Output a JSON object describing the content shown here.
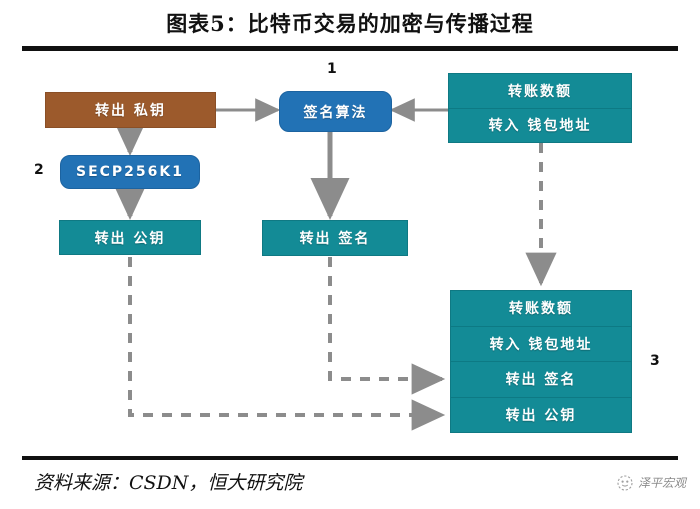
{
  "figure": {
    "title": "图表5：比特币交易的加密与传播过程",
    "source": "资料来源：CSDN，恒大研究院",
    "watermark": "泽平宏观"
  },
  "colors": {
    "brown": "#9C5A2C",
    "blue": "#2272B5",
    "teal": "#138B96",
    "connector": "#8c8c8c",
    "rule": "#111111"
  },
  "steps": [
    {
      "id": "step-1",
      "label": "1"
    },
    {
      "id": "step-2",
      "label": "2"
    },
    {
      "id": "step-3",
      "label": "3"
    }
  ],
  "nodes": {
    "private_key": "转出 私钥",
    "secp256k1": "SECP256K1",
    "public_key": "转出 公钥",
    "signature_algorithm": "签名算法",
    "signature": "转出 签名"
  },
  "tx_input": {
    "rows": [
      "转账数额",
      "转入 钱包地址"
    ]
  },
  "tx_broadcast": {
    "rows": [
      "转账数额",
      "转入 钱包地址",
      "转出 签名",
      "转出 公钥"
    ]
  },
  "connectors": [
    {
      "name": "private-key-to-signature-algorithm",
      "style": "solid"
    },
    {
      "name": "private-key-to-secp256k1",
      "style": "solid"
    },
    {
      "name": "secp256k1-to-public-key",
      "style": "solid"
    },
    {
      "name": "signature-algorithm-to-signature",
      "style": "solid"
    },
    {
      "name": "tx-input-to-signature-algorithm",
      "style": "solid"
    },
    {
      "name": "tx-input-to-tx-broadcast",
      "style": "dashed"
    },
    {
      "name": "signature-to-tx-broadcast",
      "style": "dashed"
    },
    {
      "name": "public-key-to-tx-broadcast",
      "style": "dashed"
    }
  ]
}
